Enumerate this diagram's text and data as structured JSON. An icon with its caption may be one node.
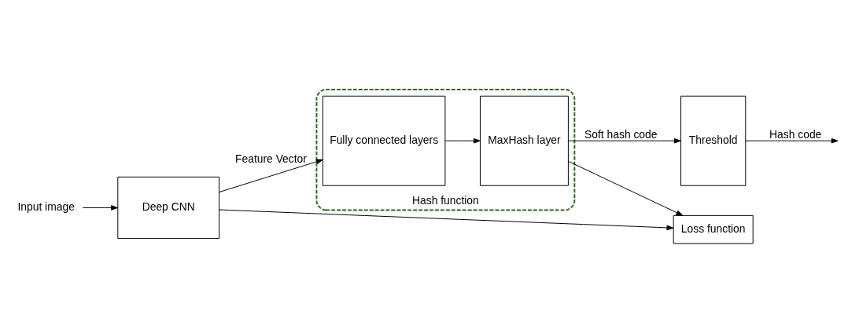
{
  "diagram": {
    "nodes": [
      {
        "text": [
          "Input image"
        ]
      },
      {
        "text": [
          "Deep CNN"
        ]
      },
      {
        "text": [
          "Loss function"
        ]
      },
      {
        "text": [
          "Hash function"
        ]
      },
      {
        "text": [
          "Fully connected layers"
        ],
        "in": 3
      },
      {
        "text": [
          "MaxHash layer"
        ],
        "in": 3
      },
      {
        "text": [
          "Threshold"
        ]
      }
    ],
    "edges": [
      {
        "from": 0,
        "to": 1,
        "arrow": "to"
      },
      {
        "from": 1,
        "to": 4,
        "arrow": "to",
        "label": "Feature Vector"
      },
      {
        "from": 1,
        "to": 2,
        "arrow": "to"
      },
      {
        "from": 4,
        "to": 5,
        "arrow": "to"
      },
      {
        "from": 5,
        "to": 6,
        "arrow": "to",
        "label": "Soft hash code"
      },
      {
        "from": 5,
        "to": 2,
        "arrow": "to"
      },
      {
        "from": 6,
        "to": null,
        "arrow": "to",
        "label": "Hash code"
      }
    ]
  }
}
